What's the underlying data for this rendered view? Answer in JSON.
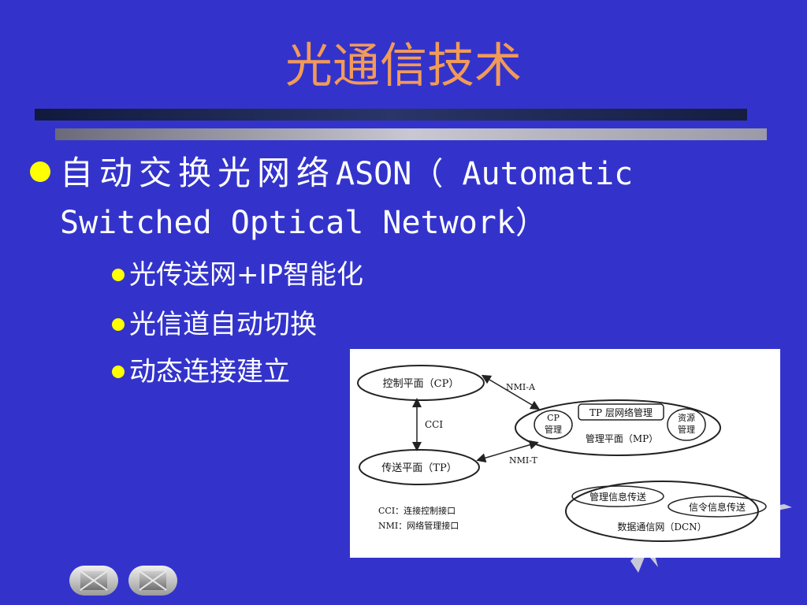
{
  "slide": {
    "title": "光通信技术",
    "bullet_main": {
      "cjk": "自动交换光网络",
      "latin": "ASON（ Automatic",
      "line2": "Switched Optical Network）"
    },
    "sub_bullets": [
      "光传送网+IP智能化",
      "光信道自动切换",
      "动态连接建立"
    ]
  },
  "diagram": {
    "control_plane": "控制平面（CP）",
    "transport_plane": "传送平面（TP）",
    "cci": "CCI",
    "nmi_a": "NMI-A",
    "nmi_t": "NMI-T",
    "mgmt_plane": "管理平面（MP）",
    "cp_mgmt_1": "CP",
    "cp_mgmt_2": "管理",
    "tp_mgmt": "TP 层网络管理",
    "res_mgmt_1": "资源",
    "res_mgmt_2": "管理",
    "mgmt_info": "管理信息传送",
    "signal_info": "信令信息传送",
    "dcn": "数据通信网（DCN）",
    "legend_cci": "CCI：连接控制接口",
    "legend_nmi": "NMI：网络管理接口"
  },
  "colors": {
    "background": "#3333cc",
    "title": "#f29a58",
    "bullet": "#ffff00",
    "text": "#ffffff"
  },
  "icons": [
    "nav-prev-icon",
    "nav-next-icon",
    "star-decoration-icon"
  ]
}
